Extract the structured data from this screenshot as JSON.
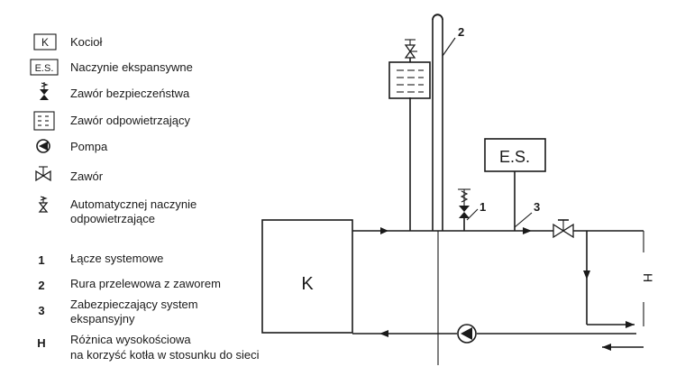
{
  "legend": {
    "symbols": [
      {
        "key": "kociol",
        "symbol_text": "K",
        "label": "Kocioł",
        "icon": "boiler-box-icon"
      },
      {
        "key": "naczynie",
        "symbol_text": "E.S.",
        "label": "Naczynie ekspansywne",
        "icon": "expansion-vessel-box-icon"
      },
      {
        "key": "bezpieczenstwa",
        "symbol_text": "",
        "label": "Zawór bezpieczeństwa",
        "icon": "safety-valve-icon"
      },
      {
        "key": "odpowietrzajacy",
        "symbol_text": "",
        "label": "Zawór odpowietrzający",
        "icon": "vent-tank-icon"
      },
      {
        "key": "pompa",
        "symbol_text": "",
        "label": "Pompa",
        "icon": "pump-icon"
      },
      {
        "key": "zawor",
        "symbol_text": "",
        "label": "Zawór",
        "icon": "valve-icon"
      },
      {
        "key": "automatyczne",
        "symbol_text": "",
        "label": [
          "Automatycznej naczynie",
          "odpowietrzające"
        ],
        "icon": "auto-vent-icon"
      }
    ],
    "numbered": [
      {
        "num": "1",
        "label": [
          "Łącze systemowe"
        ]
      },
      {
        "num": "2",
        "label": [
          "Rura przelewowa z zaworem"
        ]
      },
      {
        "num": "3",
        "label": [
          "Zabezpieczający system",
          "ekspansyjny"
        ]
      },
      {
        "num": "H",
        "label": [
          "Różnica wysokościowa",
          "na korzyść kotła w stosunku do sieci"
        ]
      }
    ]
  },
  "diagram": {
    "boiler_label": "K",
    "expansion_label": "E.S.",
    "callouts": [
      "1",
      "2",
      "3"
    ],
    "height_label": "H"
  }
}
